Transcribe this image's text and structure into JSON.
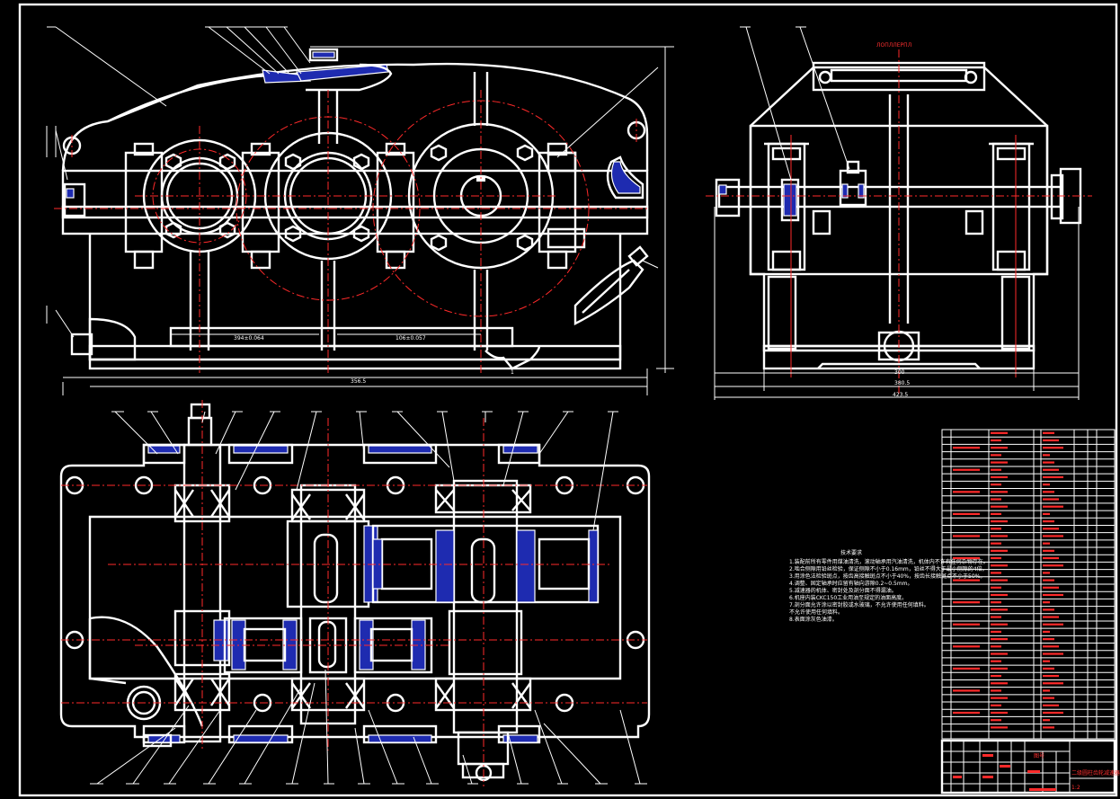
{
  "drawing": {
    "type": "engineering assembly drawing",
    "subject": "two-stage gear reducer",
    "line_colors": {
      "outline": "#ffffff",
      "centerline": "#ff2a2a",
      "section": "#1e2bb0",
      "background": "#000000"
    }
  },
  "text": {
    "dim_front_1": "356.5",
    "dim_front_2": "1",
    "sec_tolerance_1": "394±0.064",
    "sec_tolerance_2": "106±0.057",
    "side_caption": "ЛОПЛЛЕРПЛ",
    "side_dim_1": "300",
    "side_dim_2": "380.5",
    "side_dim_3": "423.5",
    "tech_title": "技术要求",
    "tech_lines": [
      "1.装配前所有零件用煤油清洗，滚动轴承用汽油清洗，机体内不许有任何杂物存在。",
      "2.啮合侧隙用铅丝检验，保证侧隙不小于0.16mm，铅丝不得大于最小侧隙的4倍。",
      "3.用涂色法检验斑点，按齿高接触斑点不小于40%，按齿长接触斑点不小于50%。",
      "4.调整、固定轴承时应留有轴向游隙0.2~0.5mm。",
      "5.减速器的机体、密封处及剖分面不得漏油。",
      "6.机座内装CKC150工业用油至规定的油面高度。",
      "7.剖分面允许涂以密封胶或水玻璃，不允许使用任何填料。",
      "  不允许使用任何填料。",
      "8.表面涂灰色油漆。"
    ],
    "title_block_name": "二级圆柱齿轮减速器",
    "title_block_scale": "1:2"
  }
}
